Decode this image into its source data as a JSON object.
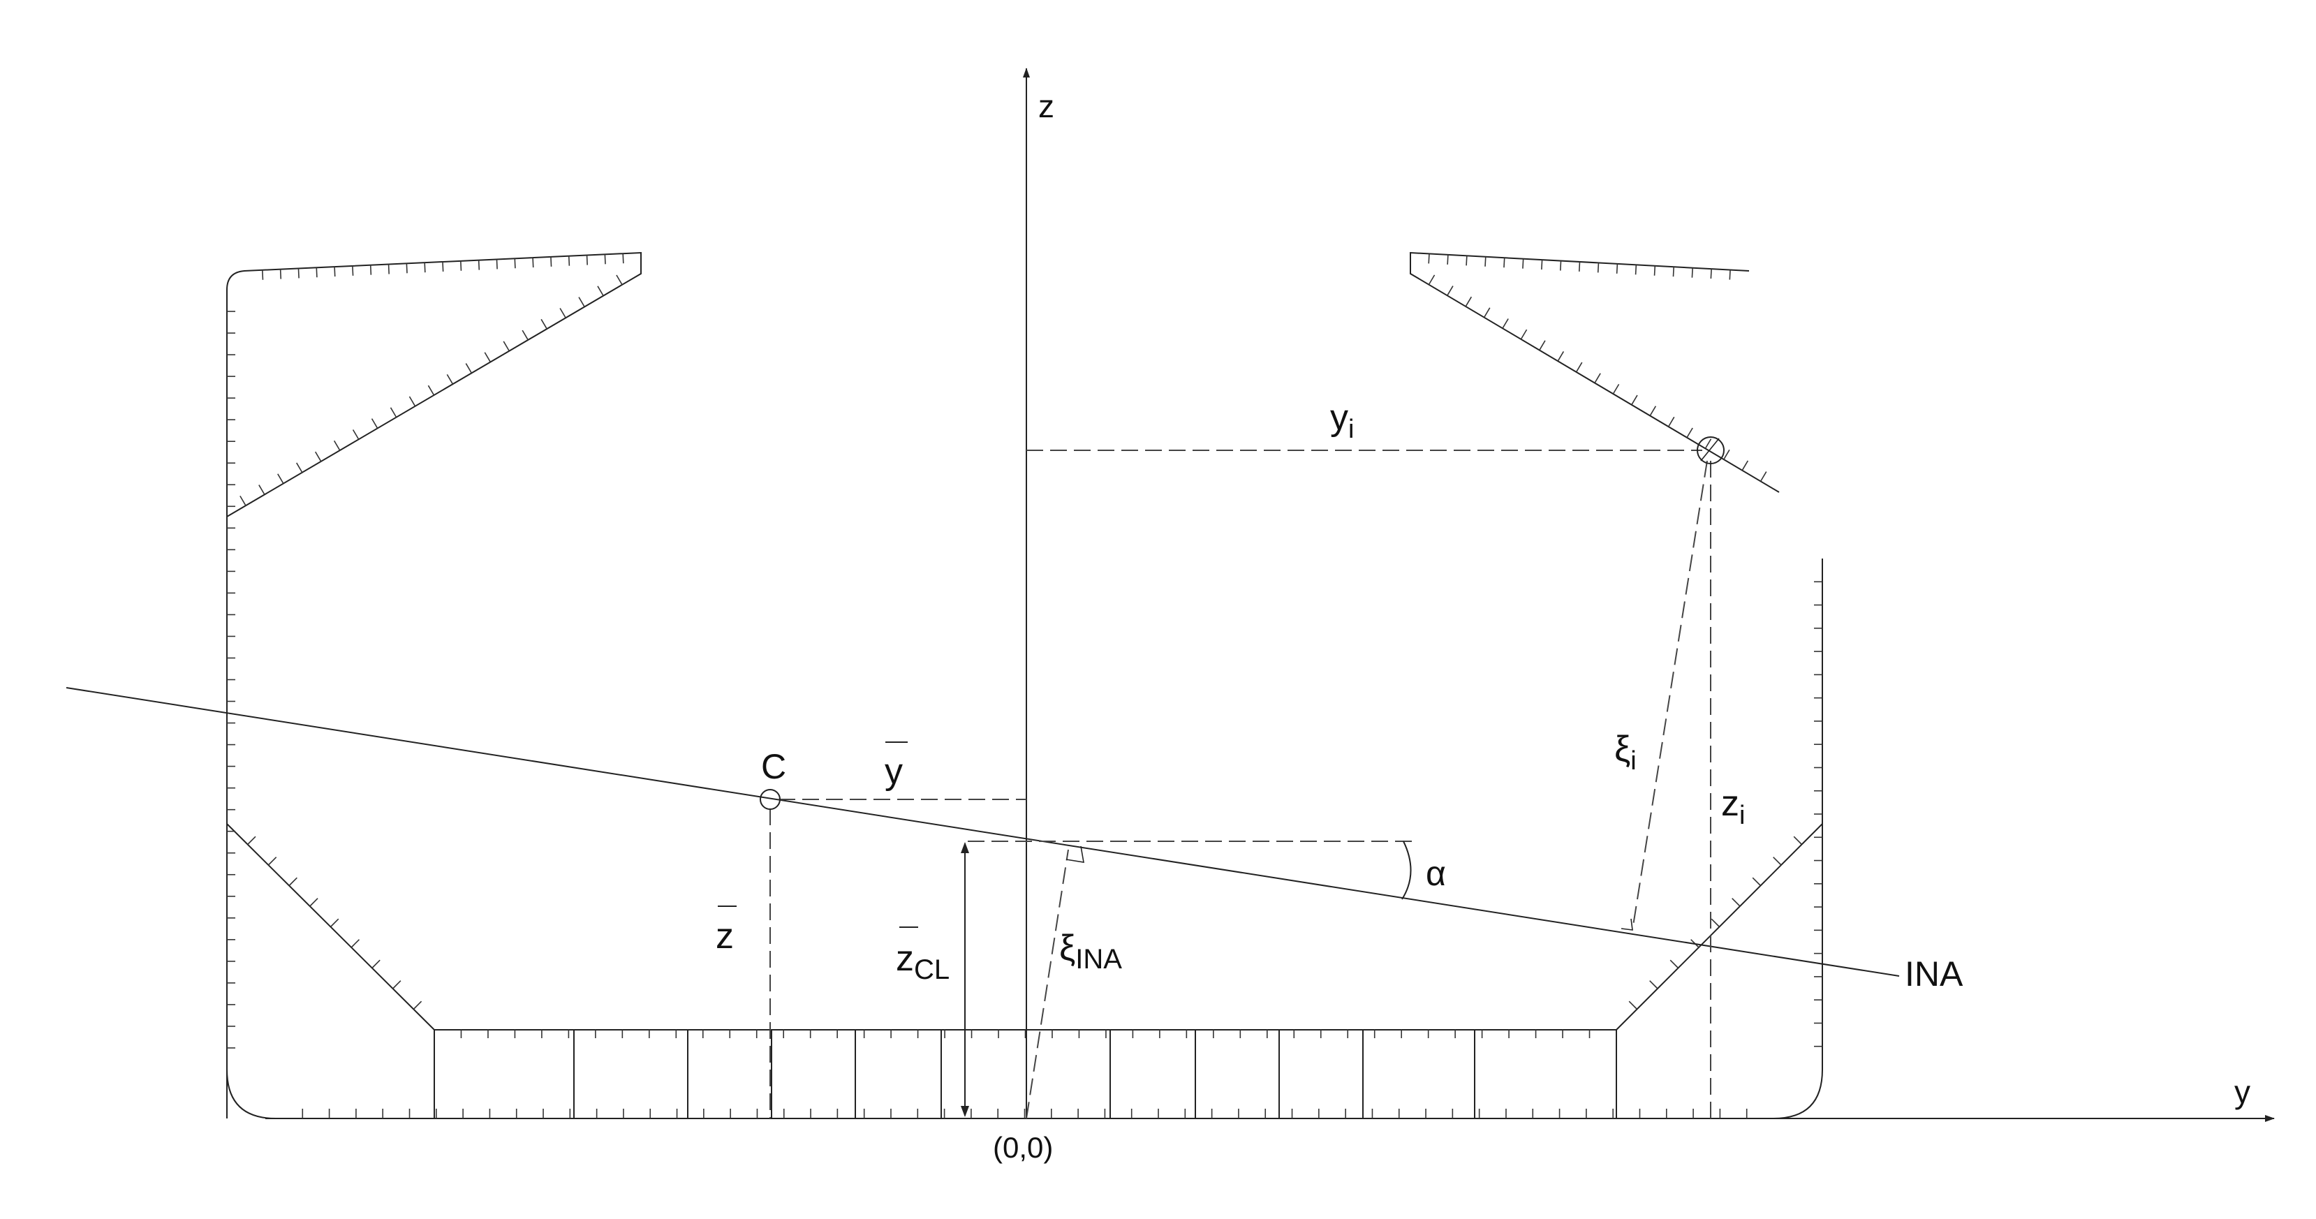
{
  "labels": {
    "z_axis": "z",
    "y_axis": "y",
    "origin": "(0,0)",
    "centroid": "C",
    "ybar": "y",
    "zbar": "z",
    "zcl_main": "z",
    "zcl_sub": "CL",
    "xi_ina_main": "ξ",
    "xi_ina_sub": "INA",
    "alpha": "α",
    "ina": "INA",
    "yi_main": "y",
    "yi_sub": "i",
    "zi_main": "z",
    "zi_sub": "i",
    "xii_main": "ξ",
    "xii_sub": "i"
  },
  "colors": {
    "line": "#222222",
    "dash": "#444444"
  }
}
